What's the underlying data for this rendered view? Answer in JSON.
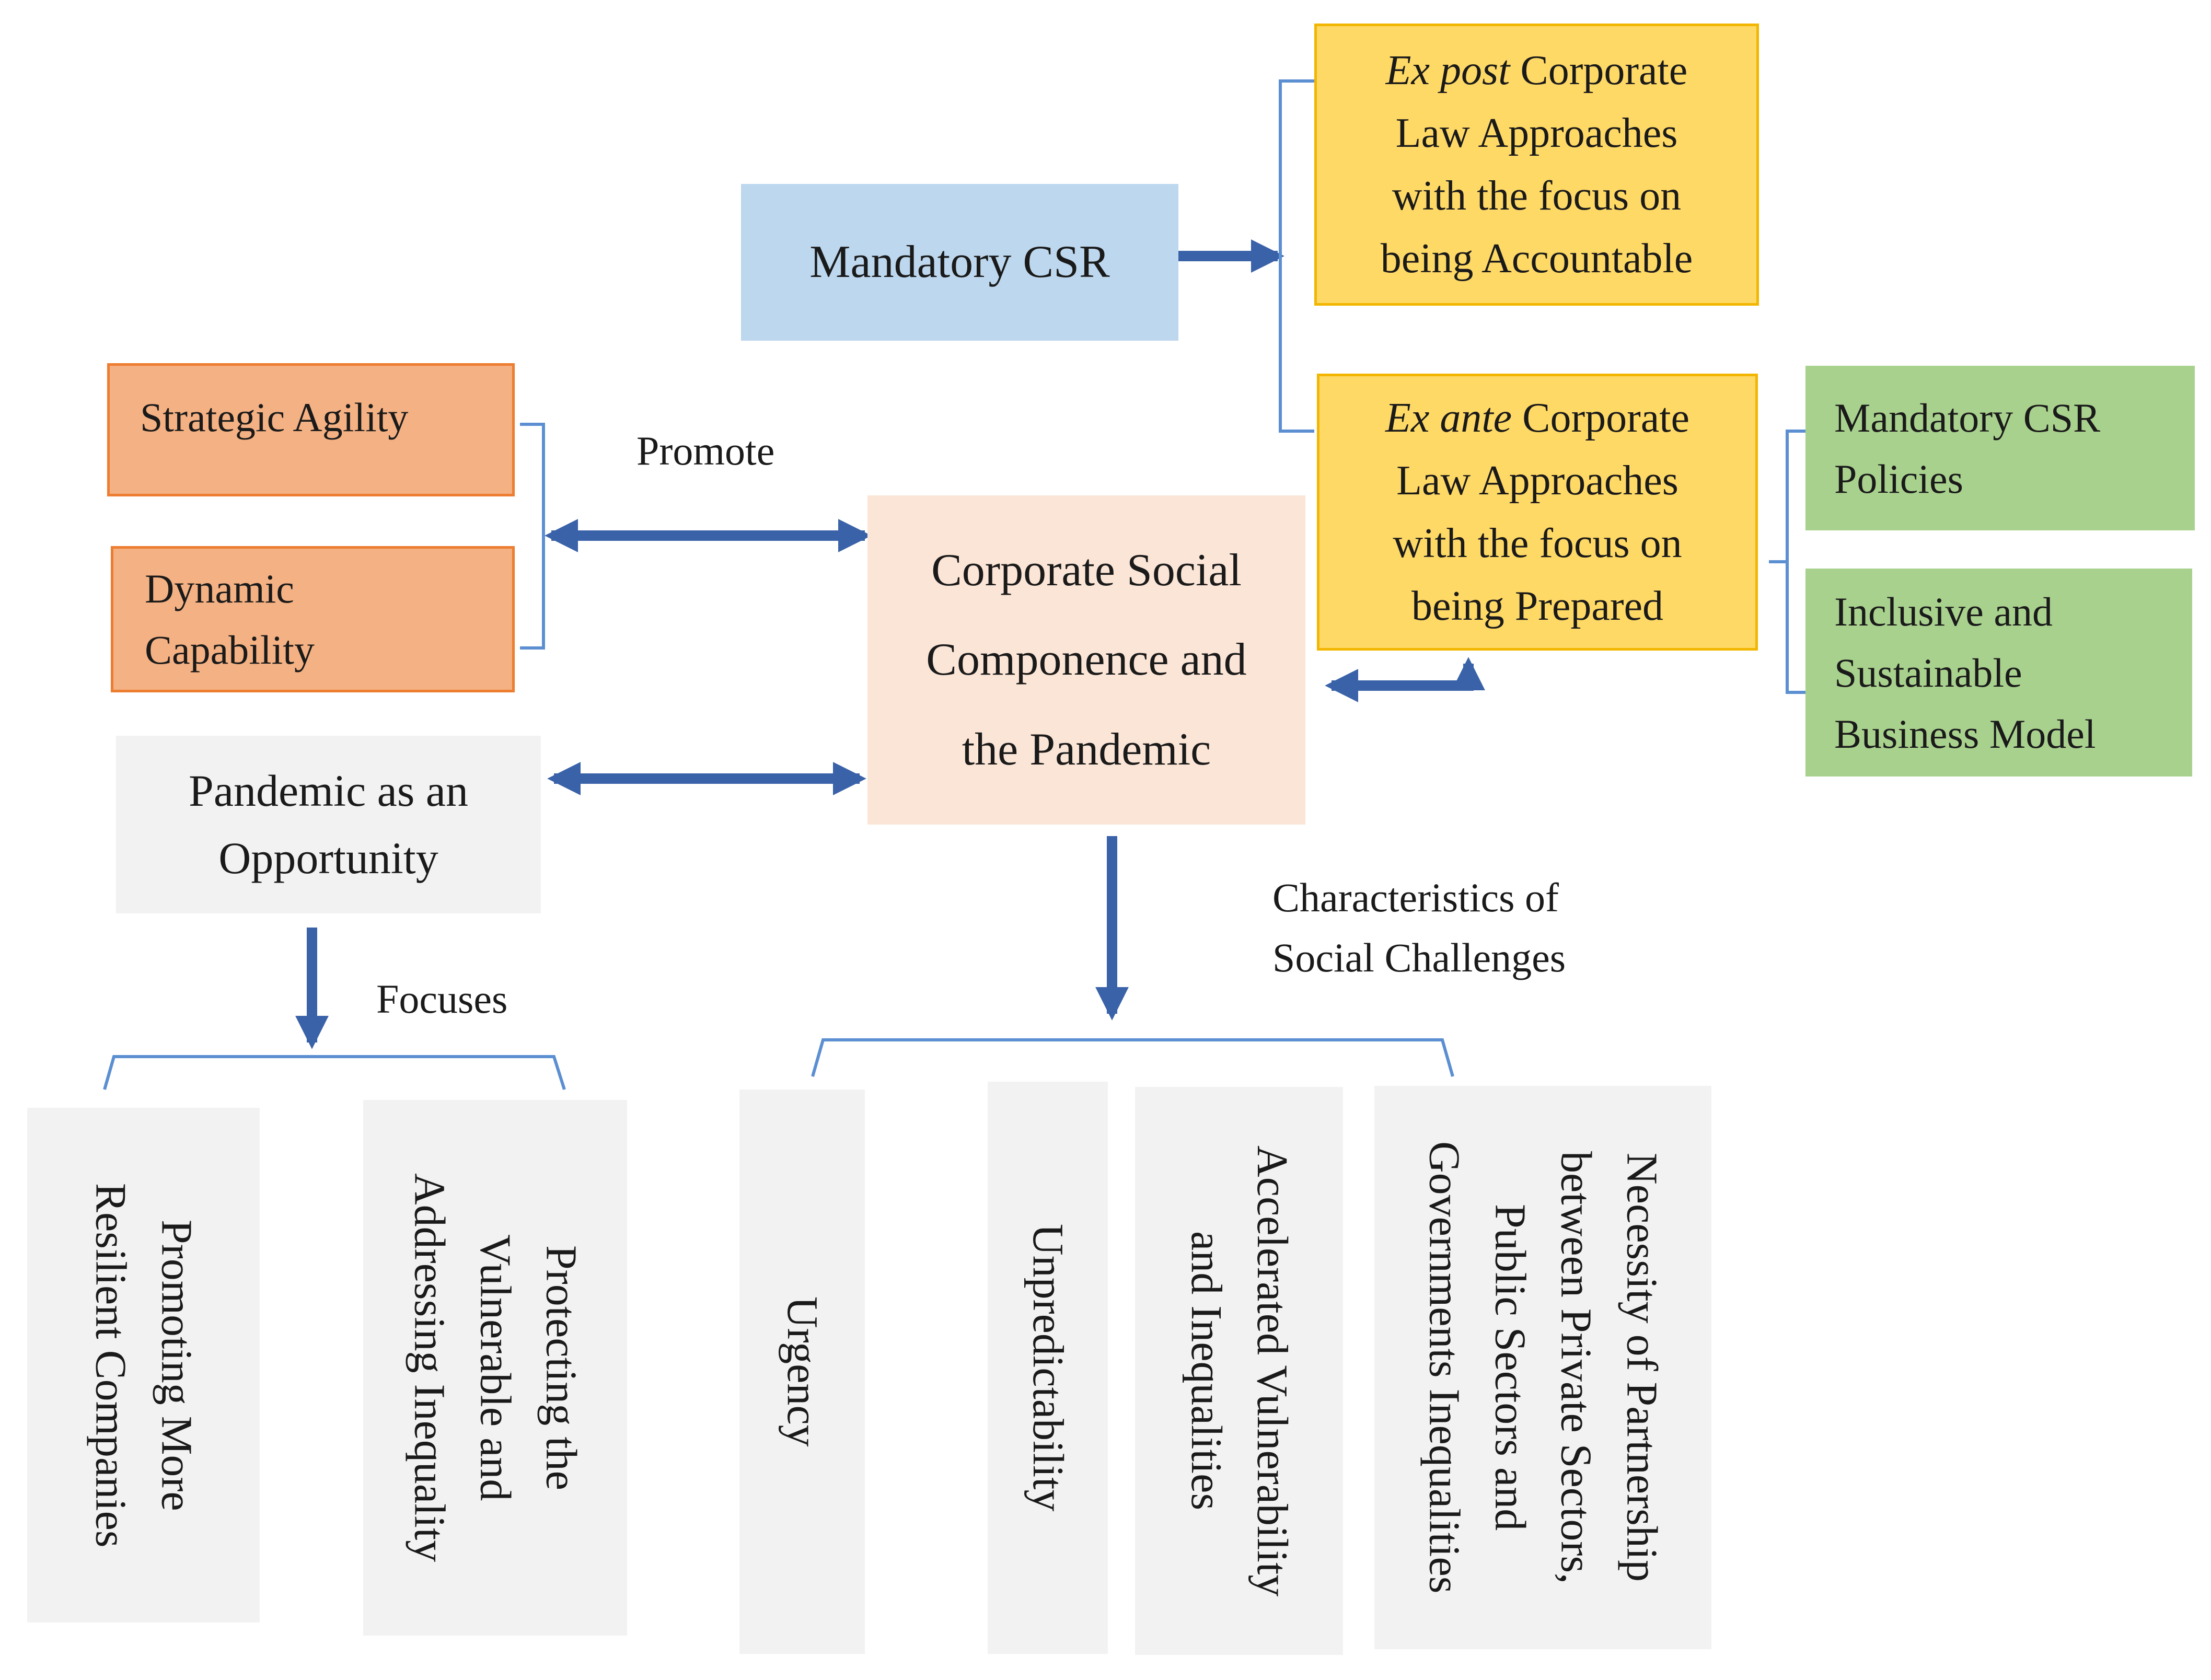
{
  "nodes": {
    "mandatory_csr": "Mandatory CSR",
    "ex_post_italic": "Ex post",
    "ex_post_rest": " Corporate\nLaw Approaches\nwith the focus on\nbeing Accountable",
    "ex_ante_italic": "Ex ante",
    "ex_ante_rest": " Corporate\nLaw Approaches\nwith the focus on\nbeing Prepared",
    "mandatory_csr_policies": "Mandatory CSR\nPolicies",
    "inclusive_model": "Inclusive and\nSustainable\nBusiness Model",
    "strategic_agility": "Strategic Agility",
    "dynamic_capability": "Dynamic\nCapability",
    "central": "Corporate Social\nComponence and\nthe Pandemic",
    "pandemic_opportunity": "Pandemic as an\nOpportunity"
  },
  "edge_labels": {
    "promote": "Promote",
    "focuses": "Focuses",
    "characteristics": "Characteristics of\nSocial Challenges"
  },
  "focus_items": [
    "Promoting More\nResilient Companies",
    "Protecting the\nVulnerable and\nAddressing Inequality"
  ],
  "challenge_items": [
    "Urgency",
    "Unpredictability",
    "Accelerated Vulnerability\nand Inequalities",
    "Necessity of Partnership\nbetween Private Sectors,\nPublic Sectors and\nGovernments Inequalities"
  ],
  "colors": {
    "arrow": "#3a62a8",
    "bracket": "#5b8fd1",
    "orange_fill": "#f4b183",
    "yellow_fill": "#ffd966",
    "blue_fill": "#bdd7ee",
    "peach_fill": "#fbe5d6",
    "green_fill": "#a9d18e",
    "grey_fill": "#f2f2f2"
  }
}
